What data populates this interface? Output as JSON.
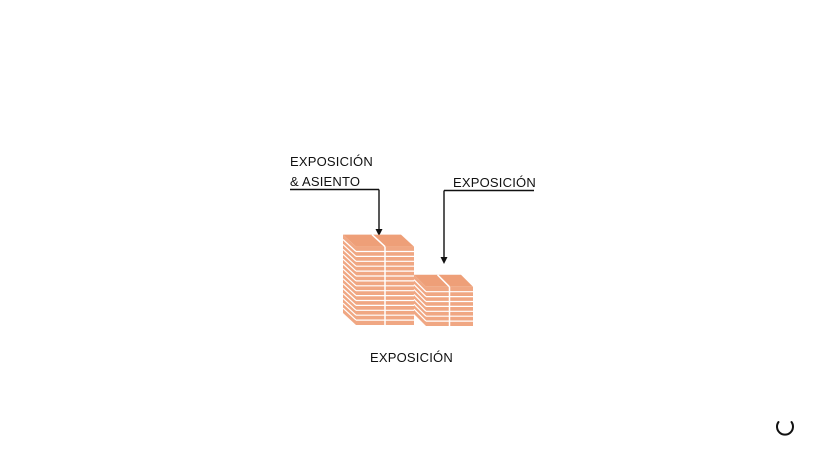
{
  "labels": {
    "tall_stack_line1": "EXPOSICIÓN",
    "tall_stack_line2": "& ASIENTO",
    "short_stack": "EXPOSICIÓN",
    "bottom": "EXPOSICIÓN"
  },
  "stacks": {
    "tall": {
      "layers": 16
    },
    "short": {
      "layers": 8
    }
  },
  "colors": {
    "plank_face": "#f0a783",
    "plank_top": "#ee9f78",
    "plank_gap": "#ffffff",
    "ink": "#111111"
  },
  "icons": {
    "loader": "spinner-icon"
  }
}
